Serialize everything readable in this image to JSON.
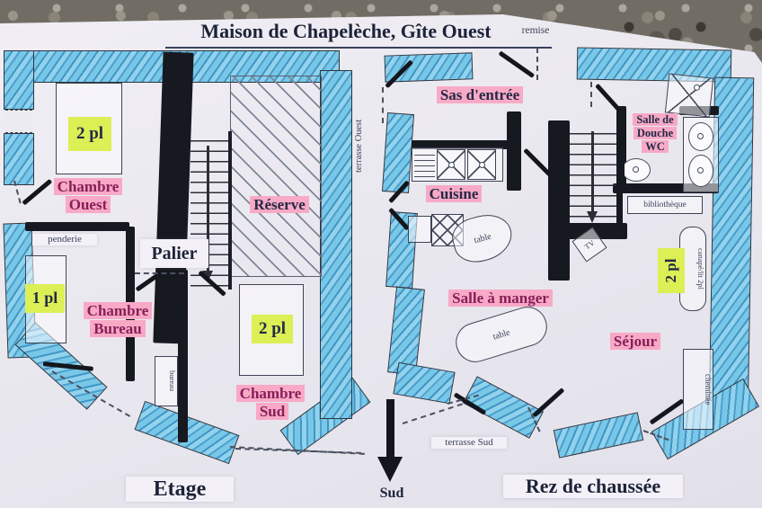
{
  "title": "Maison de Chapelèche, Gîte Ouest",
  "etage": {
    "floor_label": "Etage",
    "bed_ouest": "2 pl",
    "chambre_ouest": "Chambre Ouest",
    "penderie": "penderie",
    "palier": "Palier",
    "reserve": "Réserve",
    "bed_bureau": "1 pl",
    "chambre_bureau": "Chambre Bureau",
    "bureau": "bureau",
    "bed_sud": "2 pl",
    "chambre_sud": "Chambre Sud"
  },
  "rdc": {
    "floor_label": "Rez de chaussée",
    "remise": "remise",
    "terrasse_ouest": "terrasse Ouest",
    "sas_entree": "Sas d'entrée",
    "cuisine": "Cuisine",
    "table_cuisine": "table",
    "salle_a_manger": "Salle à manger",
    "table_manger": "table",
    "douche_lines": [
      "Salle de",
      "Douche",
      "WC"
    ],
    "bibliotheque": "bibliothèque",
    "canape": "canapé/lit 2pl",
    "bed_sejour": "2 pl",
    "sejour": "Séjour",
    "cheminee": "cheminée",
    "tv": "TV",
    "terrasse_sud": "terrasse Sud",
    "sud": "Sud"
  },
  "colors": {
    "wall_blue": "#5fb8e0",
    "wall_blue_dark": "#2f86ba",
    "highlight_pink": "#f8a9c6",
    "highlight_green": "#dcef55",
    "ink_navy": "#232a46",
    "ink_magenta": "#871f58",
    "paper": "#eceaf2"
  }
}
